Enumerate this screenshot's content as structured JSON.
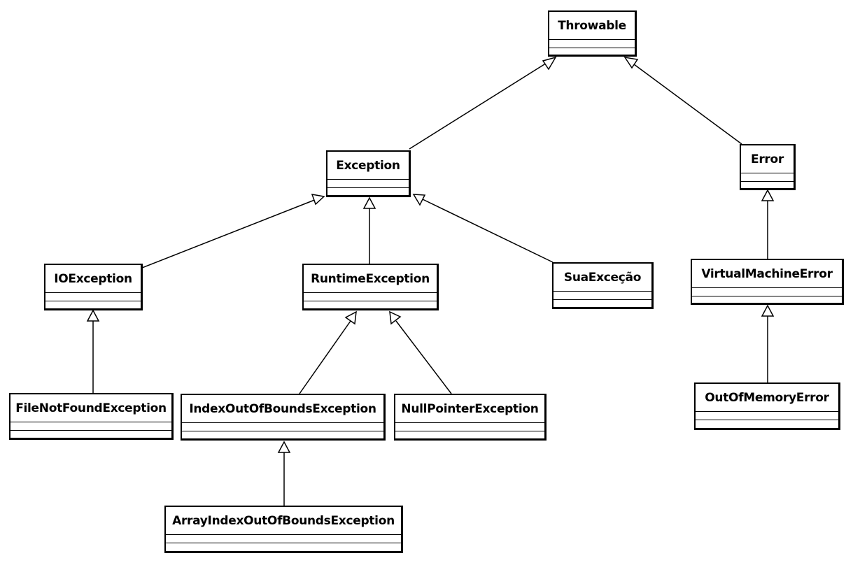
{
  "classes": {
    "throwable": {
      "name": "Throwable"
    },
    "exception": {
      "name": "Exception"
    },
    "error": {
      "name": "Error"
    },
    "ioexception": {
      "name": "IOException"
    },
    "runtimeexception": {
      "name": "RuntimeException"
    },
    "suaexcecao": {
      "name": "SuaExceção"
    },
    "virtualmachineerror": {
      "name": "VirtualMachineError"
    },
    "filenotfoundexception": {
      "name": "FileNotFoundException"
    },
    "indexoutofboundsexception": {
      "name": "IndexOutOfBoundsException"
    },
    "nullpointerexception": {
      "name": "NullPointerException"
    },
    "outofmemoryerror": {
      "name": "OutOfMemoryError"
    },
    "arrayindexoutofboundsexception": {
      "name": "ArrayIndexOutOfBoundsException"
    }
  },
  "generalizations": [
    {
      "child": "exception",
      "parent": "throwable"
    },
    {
      "child": "error",
      "parent": "throwable"
    },
    {
      "child": "ioexception",
      "parent": "exception"
    },
    {
      "child": "runtimeexception",
      "parent": "exception"
    },
    {
      "child": "suaexcecao",
      "parent": "exception"
    },
    {
      "child": "virtualmachineerror",
      "parent": "error"
    },
    {
      "child": "filenotfoundexception",
      "parent": "ioexception"
    },
    {
      "child": "indexoutofboundsexception",
      "parent": "runtimeexception"
    },
    {
      "child": "nullpointerexception",
      "parent": "runtimeexception"
    },
    {
      "child": "outofmemoryerror",
      "parent": "virtualmachineerror"
    },
    {
      "child": "arrayindexoutofboundsexception",
      "parent": "indexoutofboundsexception"
    }
  ],
  "colors": {
    "line": "#000000",
    "background": "#ffffff"
  }
}
